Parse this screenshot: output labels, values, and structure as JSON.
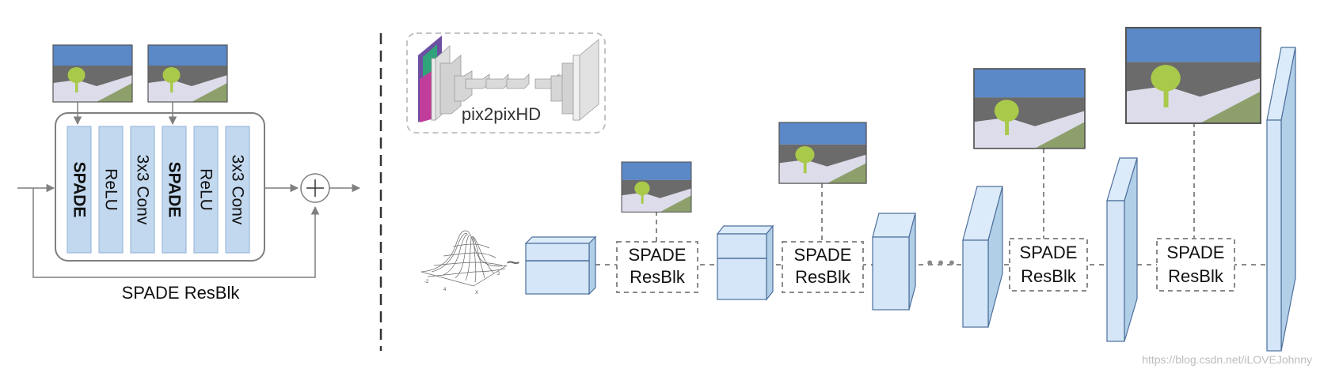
{
  "resblk": {
    "layers": [
      "SPADE",
      "ReLU",
      "3x3 Conv",
      "SPADE",
      "ReLU",
      "3x3 Conv"
    ],
    "title": "SPADE ResBlk"
  },
  "pix2pixhd": {
    "label": "pix2pixHD"
  },
  "generator": {
    "tilde": "~",
    "block_line1": "SPADE",
    "block_line2": "ResBlk",
    "ellipsis": "• • •"
  },
  "watermark": "https://blog.csdn.net/iLOVEJohnny",
  "colors": {
    "layer_fill": "#c2d8ef",
    "layer_stroke": "#8fb1d6",
    "tensor_front": "#d4e6f7",
    "tensor_side": "#b2cfe8",
    "tensor_stroke": "#4d6f9c",
    "sky": "#5b88c6",
    "mountain": "#6b6b6b",
    "grass": "#8da06b",
    "ground": "#dcdcea",
    "tree": "#a9c94a",
    "line_gray": "#7f7f7f",
    "dash_gray": "#8a8a8a"
  }
}
